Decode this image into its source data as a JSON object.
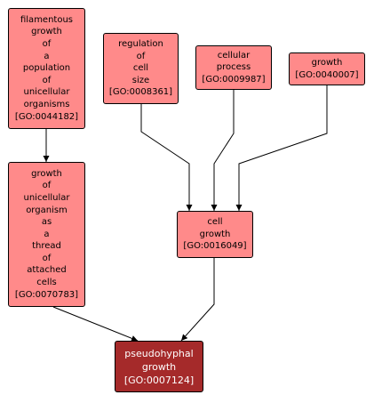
{
  "colors": {
    "node_fill": "#ff8a8a",
    "focus_fill": "#a52a2a",
    "border": "#000000",
    "edge": "#000000"
  },
  "nodes": [
    {
      "key": "n44182",
      "name": "filamentous\ngrowth\nof\na\npopulation\nof\nunicellular\norganisms",
      "id": "[GO:0044182]"
    },
    {
      "key": "n8361",
      "name": "regulation\nof\ncell\nsize",
      "id": "[GO:0008361]"
    },
    {
      "key": "n9987",
      "name": "cellular\nprocess",
      "id": "[GO:0009987]"
    },
    {
      "key": "n40007",
      "name": "growth",
      "id": "[GO:0040007]"
    },
    {
      "key": "n70783",
      "name": "growth\nof\nunicellular\norganism\nas\na\nthread\nof\nattached\ncells",
      "id": "[GO:0070783]"
    },
    {
      "key": "n16049",
      "name": "cell\ngrowth",
      "id": "[GO:0016049]"
    },
    {
      "key": "n7124",
      "name": "pseudohyphal\ngrowth",
      "id": "[GO:0007124]"
    }
  ],
  "edges": [
    {
      "from": "n44182",
      "to": "n70783"
    },
    {
      "from": "n8361",
      "to": "n16049"
    },
    {
      "from": "n9987",
      "to": "n16049"
    },
    {
      "from": "n40007",
      "to": "n16049"
    },
    {
      "from": "n70783",
      "to": "n7124"
    },
    {
      "from": "n16049",
      "to": "n7124"
    }
  ]
}
